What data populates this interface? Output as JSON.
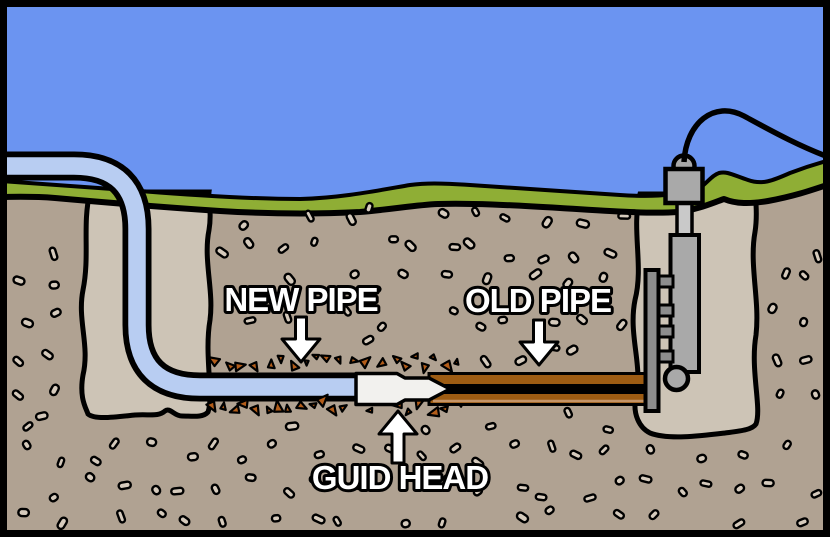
{
  "diagram": {
    "labels": {
      "new_pipe": "NEW PIPE",
      "old_pipe": "OLD PIPE",
      "guide_head": "GUID HEAD"
    },
    "palette": {
      "sky": "#6b94f1",
      "grass": "#8fae35",
      "soil": "#b0a292",
      "pit": "#cdc4b6",
      "pebble": "#d5cabc",
      "new_pipe": "#b8cdf2",
      "old_pipe": "#9d5c13",
      "old_pipe_hi": "#c49468",
      "debris": "#b35d1a",
      "machine": "#a9a9a9",
      "machine_dark": "#8d8d8d",
      "machine_light": "#c9c9c9",
      "head": "#f2f1ee",
      "outline": "#000000",
      "label_text": "#ffffff"
    }
  }
}
